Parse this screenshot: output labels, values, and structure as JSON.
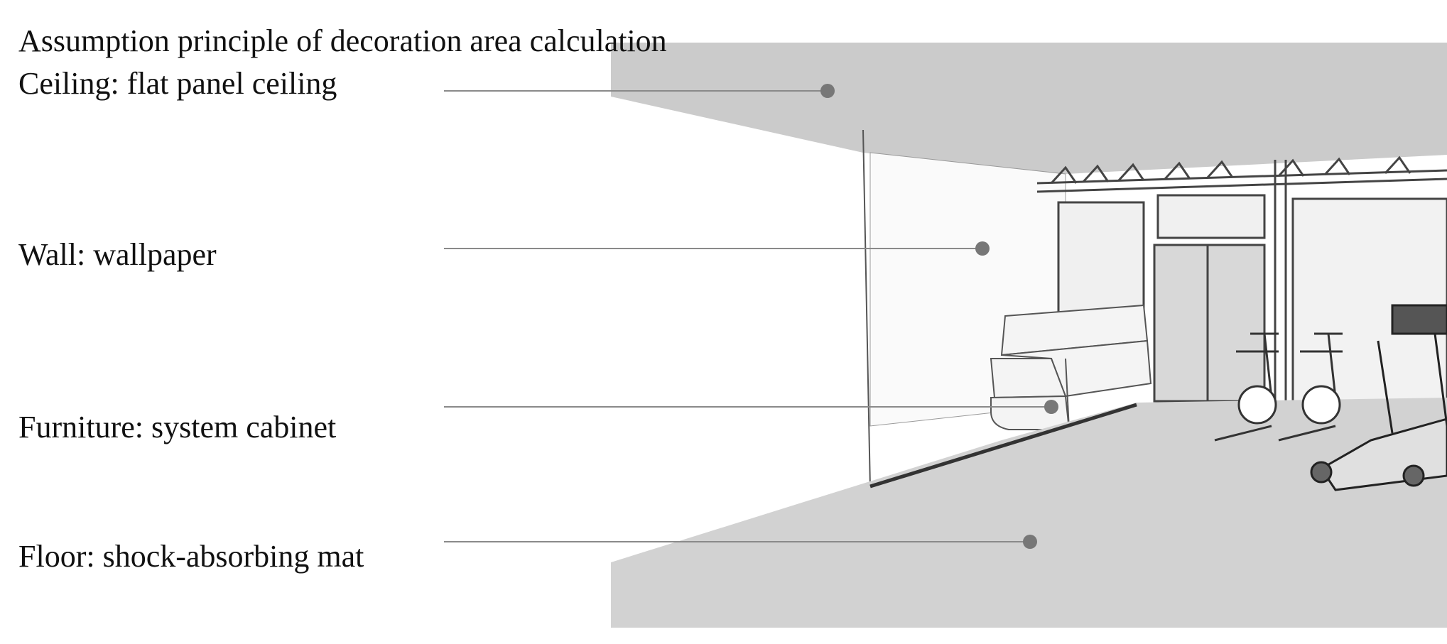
{
  "title": "Assumption principle of decoration area calculation",
  "callouts": [
    {
      "label": "Ceiling: flat panel ceiling"
    },
    {
      "label": "Wall: wallpaper"
    },
    {
      "label": "Furniture: system cabinet"
    },
    {
      "label": "Floor: shock-absorbing mat"
    }
  ],
  "colors": {
    "ceiling": "#cbcbcb",
    "floor": "#d2d2d2",
    "wall": "#ffffff",
    "leader_line": "#8a8a8a",
    "leader_dot": "#777777",
    "text": "#111111"
  }
}
